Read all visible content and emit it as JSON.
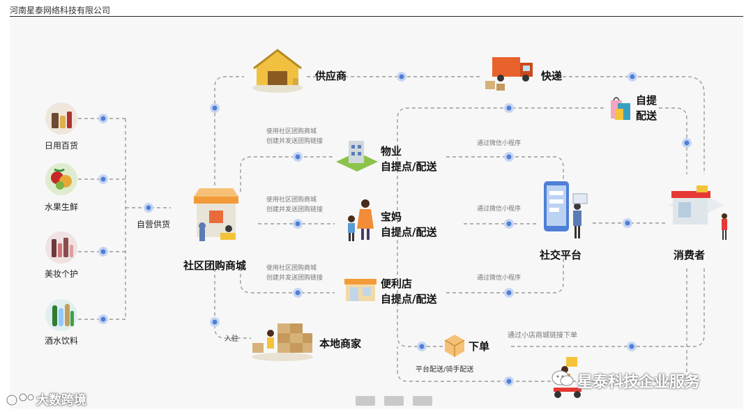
{
  "company_header": "河南星泰网络科技有限公司",
  "sources": [
    {
      "label": "日用百货",
      "icon": "daily-goods-icon"
    },
    {
      "label": "水果生鲜",
      "icon": "fresh-fruit-icon"
    },
    {
      "label": "美妆个护",
      "icon": "cosmetics-icon"
    },
    {
      "label": "酒水饮料",
      "icon": "beverage-icon"
    }
  ],
  "self_operated_label": "自营供货",
  "mall_label": "社区团购商城",
  "supplier_label": "供应商",
  "express_label": "快递",
  "self_pickup_label_1": "自提",
  "self_pickup_label_2": "配送",
  "channels": [
    {
      "note_1": "使用社区团购商城",
      "note_2": "创建并发送团购链接",
      "label_1": "物业",
      "label_2": "自提点/配送",
      "wechat_note": "通过微信小程序"
    },
    {
      "note_1": "使用社区团购商城",
      "note_2": "创建并发送团购链接",
      "label_1": "宝妈",
      "label_2": "自提点/配送",
      "wechat_note": "通过微信小程序"
    },
    {
      "note_1": "使用社区团购商城",
      "note_2": "创建并发送团购链接",
      "label_1": "便利店",
      "label_2": "自提点/配送",
      "wechat_note": "通过微信小程序"
    }
  ],
  "social_platform_label": "社交平台",
  "consumer_label": "消费者",
  "join_label": "入驻",
  "local_merchant_label": "本地商家",
  "order_label": "下单",
  "order_note": "通过小店商城链接下单",
  "delivery_note": "平台配送/骑手配送",
  "watermark_right": "星泰科技企业服务",
  "watermark_left": "大数跨境",
  "colors": {
    "line": "#9a9a9a",
    "node": "#4f7fd6",
    "node_ring": "#c6d6f2"
  }
}
